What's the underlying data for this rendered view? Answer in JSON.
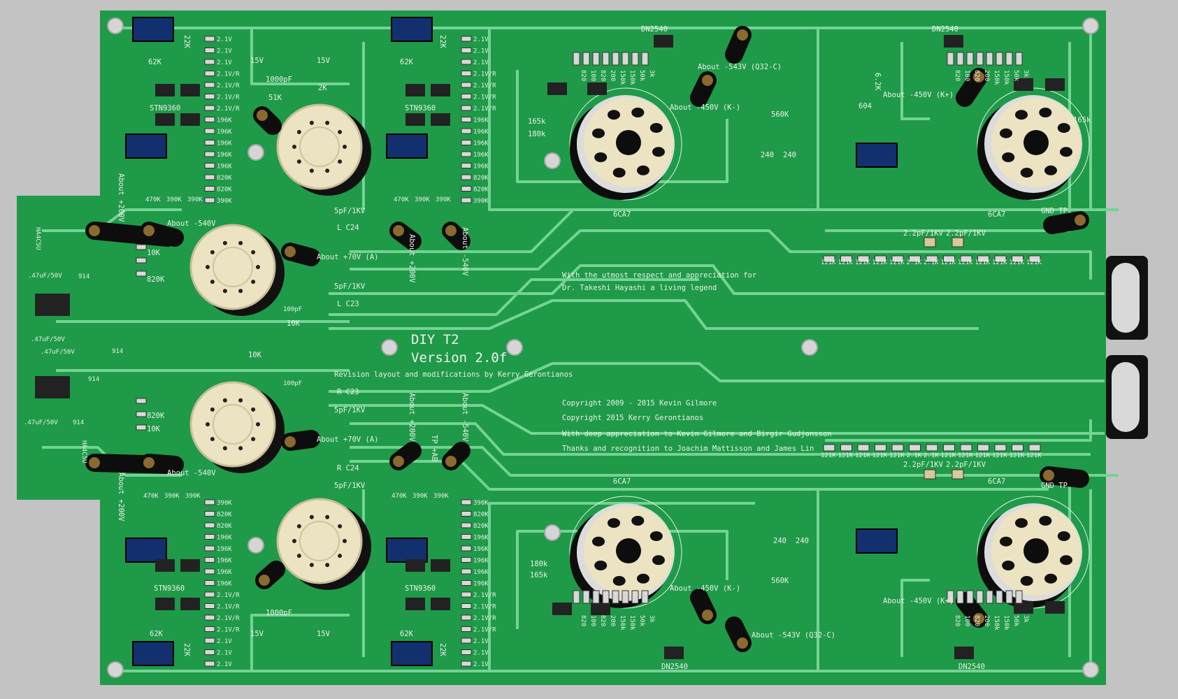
{
  "board": {
    "title": "DIY T2",
    "version": "Version 2.0f",
    "revision_note": "Revision layout and modifications by Kerry Gerontianos",
    "dedication": [
      "With the utmost respect and appreciation for",
      "Dr. Takeshi Hayashi a living legend"
    ],
    "credits": [
      "Copyright 2009 - 2015 Kevin Gilmore",
      "Copyright 2015 Kerry Gerontianos",
      "With deep appreciation to Kevin Gilmore and Birgir Gudjonsson",
      "Thanks and recognition to Joachim Mattisson and James Lin"
    ],
    "colors": {
      "board": "#1f9a48",
      "trace": "#74d394",
      "background": "#c3c3c3",
      "tube_socket": "#ece3c2",
      "trimmer": "#13306e"
    }
  },
  "labels": {
    "tube_6ca7": "6CA7",
    "gnd_tp": "GND TP",
    "about_m450_kminus": "About -450V (K-)",
    "about_m450_kplus": "About -450V (K+)",
    "about_m543": "About -543V (Q32-C)",
    "about_m540": "About -540V",
    "about_p70": "About +70V (A)",
    "about_p200": "About +200V",
    "about_m540v": "About -540V",
    "tp_ab": "TP +AB",
    "dn2540": "DN2540",
    "stn9360": "STN9360",
    "cap_2p2": "2.2pF/1KV",
    "cap_5p": "5pF/1KV",
    "l_c24": "L C24",
    "l_c23": "L C23",
    "r_c23": "R C23",
    "r_c24": "R C24",
    "cap_047": ".47uF/50V",
    "cap_1000p": "1000pF",
    "cap_100p": "100pF",
    "diode_914": "914",
    "opamp": "HA4C5U",
    "r_560k": "560K",
    "r_240": "240",
    "r_165k": "165k",
    "r_180k": "180k",
    "r_62k": "62K",
    "r_51k": "51K",
    "r_2k": "2K",
    "v15": "15V",
    "r_604": "604",
    "r_62k2": "6.2K",
    "r_10k": "10K",
    "r_820k": "820K",
    "r_22k": "22K"
  },
  "resistor_row": [
    "121K",
    "121K",
    "121K",
    "121K",
    "121K",
    "2.1K",
    "2.1K",
    "121K",
    "121K",
    "121K",
    "121K",
    "121K",
    "121K"
  ],
  "column_values": [
    "2.1V",
    "2.1V",
    "2.1V",
    "2.1V/R",
    "2.1V/R",
    "2.1V/R",
    "2.1V/R",
    "196K",
    "196K",
    "196K",
    "196K",
    "196K",
    "820K",
    "820K",
    "390K"
  ],
  "bias_labels": [
    "470K",
    "390K",
    "390K"
  ],
  "driver_labels": [
    "820",
    "100",
    "820",
    "200",
    "150k",
    "150k",
    "50k",
    "3k"
  ]
}
